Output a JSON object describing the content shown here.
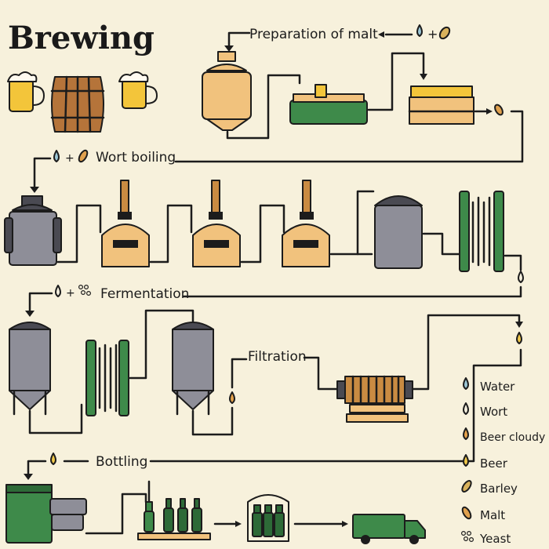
{
  "title": "Brewing",
  "steps": {
    "malt": "Preparation of malt",
    "wort": "Wort boiling",
    "fermentation": "Fermentation",
    "filtration": "Filtration",
    "bottling": "Bottling"
  },
  "plus": "+",
  "legend": [
    {
      "label": "Water",
      "icon": "water-drop-icon",
      "color": "#9cc7d6"
    },
    {
      "label": "Wort",
      "icon": "wort-drop-icon",
      "color": "#f4efde"
    },
    {
      "label": "Beer cloudy",
      "icon": "cloudy-beer-drop-icon",
      "color": "#e7a34b"
    },
    {
      "label": "Beer",
      "icon": "beer-drop-icon",
      "color": "#f0c84a"
    },
    {
      "label": "Barley",
      "icon": "barley-grain-icon",
      "color": "#d9b25c"
    },
    {
      "label": "Malt",
      "icon": "malt-grain-icon",
      "color": "#e0a14e"
    },
    {
      "label": "Yeast",
      "icon": "yeast-icon",
      "color": "#1c1c1c"
    }
  ],
  "colors": {
    "background": "#f7f1dc",
    "copper": "#f1c27d",
    "steel": "#8e8e98",
    "green": "#3e8a4a",
    "wood": "#b5743a",
    "beer": "#f3c53a"
  }
}
